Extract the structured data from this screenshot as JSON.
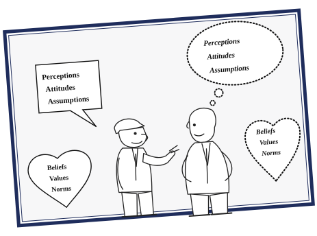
{
  "colors": {
    "frame_outer": "#1f2d5c",
    "frame_inner": "#ffffff",
    "background": "#f7f7f8",
    "ink": "#111111"
  },
  "left_speech_bubble": {
    "style": "solid",
    "lines": [
      "Perceptions",
      "Attitudes",
      "Assumptions"
    ]
  },
  "right_thought_bubble": {
    "style": "dotted",
    "lines": [
      "Perceptions",
      "Attitudes",
      "Assumptions"
    ]
  },
  "left_heart": {
    "style": "solid",
    "lines": [
      "Beliefs",
      "Values",
      "Norms"
    ]
  },
  "right_heart": {
    "style": "dotted",
    "lines": [
      "Beliefs",
      "Values",
      "Norms"
    ]
  },
  "figures": {
    "left": "man-with-cap-gesturing",
    "right": "man-in-suit-hands-on-hips"
  }
}
